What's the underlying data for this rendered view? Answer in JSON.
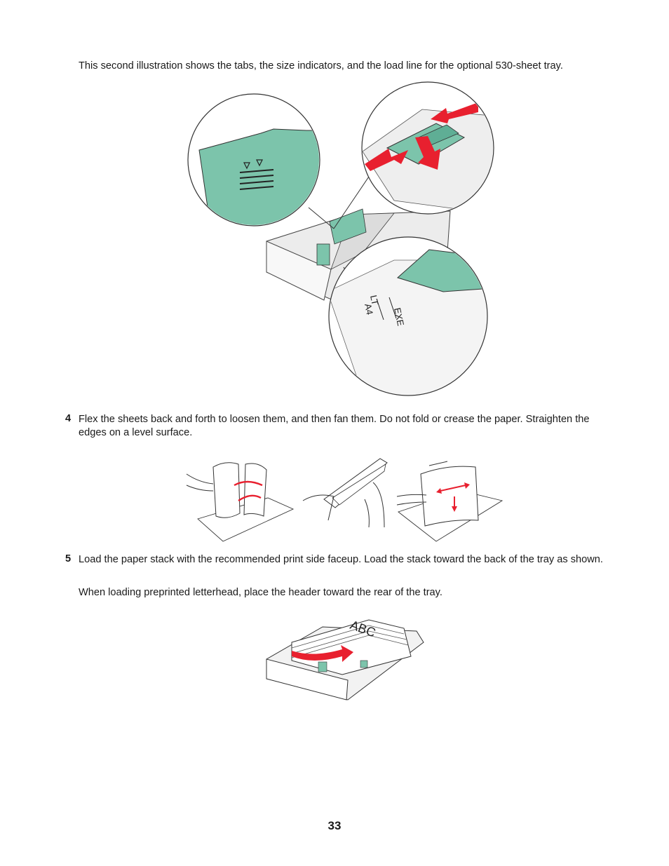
{
  "intro_text": "This second illustration shows the tabs, the size indicators, and the load line for the optional 530-sheet tray.",
  "figure1": {
    "size_labels": {
      "lt": "LT",
      "a4": "A4",
      "exe": "EXE"
    },
    "colors": {
      "tab_green": "#7cc4ab",
      "arrow_red": "#e8202f",
      "tray_gray": "#ececec"
    }
  },
  "steps": [
    {
      "number": "4",
      "text": "Flex the sheets back and forth to loosen them, and then fan them. Do not fold or crease the paper. Straighten the edges on a level surface."
    },
    {
      "number": "5",
      "text": "Load the paper stack with the recommended print side faceup. Load the stack toward the back of the tray as shown.",
      "note": "When loading preprinted letterhead, place the header toward the rear of the tray."
    }
  ],
  "figure3": {
    "paper_text": "ABC"
  },
  "page_number": "33"
}
